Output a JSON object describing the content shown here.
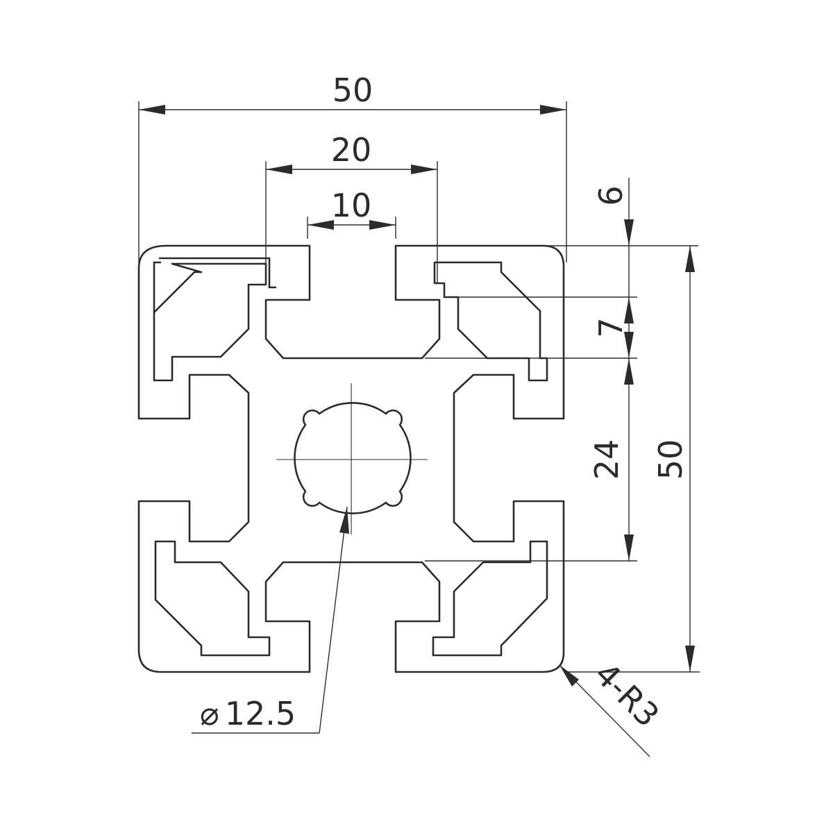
{
  "drawing": {
    "dimensions": {
      "overall_width": "50",
      "slot_outer_width": "20",
      "slot_opening": "10",
      "wall_thickness": "6",
      "slot_depth": "7",
      "core_width": "24",
      "overall_height": "50",
      "center_bore": "12.5",
      "corner_radius": "4-R3"
    },
    "diameter_symbol": "⌀",
    "stroke_color": "#2b2b2b",
    "background": "#ffffff"
  }
}
